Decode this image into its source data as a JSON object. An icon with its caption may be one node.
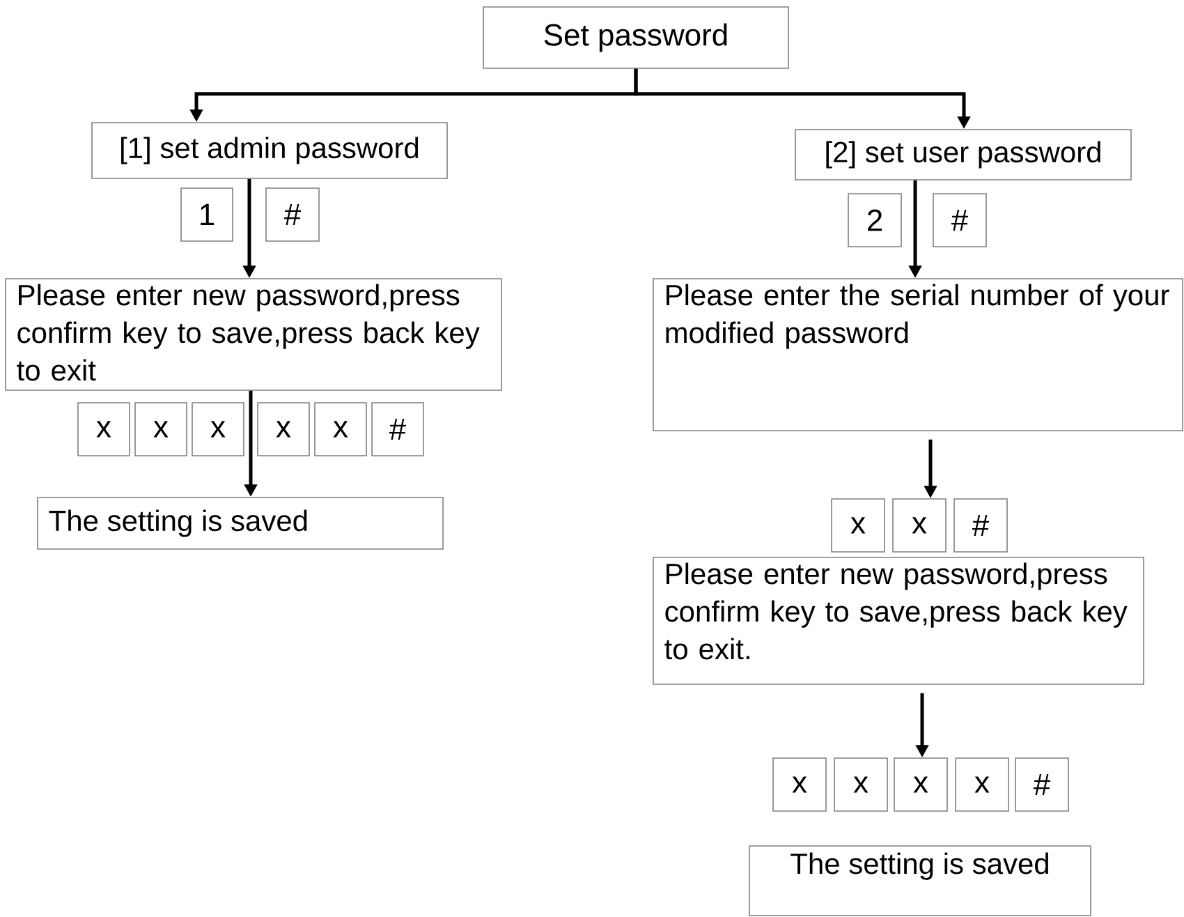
{
  "diagram": {
    "nodes": [
      {
        "text": [
          "Set password"
        ]
      },
      {
        "text": [
          "[1] set admin password"
        ]
      },
      {
        "text": [
          "[2] set user password"
        ]
      },
      {
        "text": [
          "1"
        ]
      },
      {
        "text": [
          "#"
        ]
      },
      {
        "text": [
          "Please enter new password,press confirm key to save,press back key to exit"
        ]
      },
      {
        "text": [
          "x"
        ]
      },
      {
        "text": [
          "x"
        ]
      },
      {
        "text": [
          "x"
        ]
      },
      {
        "text": [
          "x"
        ]
      },
      {
        "text": [
          "x"
        ]
      },
      {
        "text": [
          "#"
        ]
      },
      {
        "text": [
          "The setting is saved"
        ]
      },
      {
        "text": [
          "2"
        ]
      },
      {
        "text": [
          "#"
        ]
      },
      {
        "text": [
          "Please enter the serial number of your modified password"
        ]
      },
      {
        "text": [
          "x"
        ]
      },
      {
        "text": [
          "x"
        ]
      },
      {
        "text": [
          "#"
        ]
      },
      {
        "text": [
          "Please enter new password,press confirm key to save,press back key to exit."
        ]
      },
      {
        "text": [
          "x"
        ]
      },
      {
        "text": [
          "x"
        ]
      },
      {
        "text": [
          "x"
        ]
      },
      {
        "text": [
          "x"
        ]
      },
      {
        "text": [
          "#"
        ]
      },
      {
        "text": [
          "The setting is saved"
        ]
      }
    ],
    "edges": [
      {
        "from": 0,
        "to": 1,
        "arrow": "to"
      },
      {
        "from": 0,
        "to": 2,
        "arrow": "to"
      },
      {
        "from": 1,
        "to": 5,
        "arrow": "to"
      },
      {
        "from": 5,
        "to": 12,
        "arrow": "to"
      },
      {
        "from": 2,
        "to": 15,
        "arrow": "to"
      },
      {
        "from": 15,
        "to": 17,
        "arrow": "to"
      },
      {
        "from": 19,
        "to": 22,
        "arrow": "to"
      }
    ]
  }
}
